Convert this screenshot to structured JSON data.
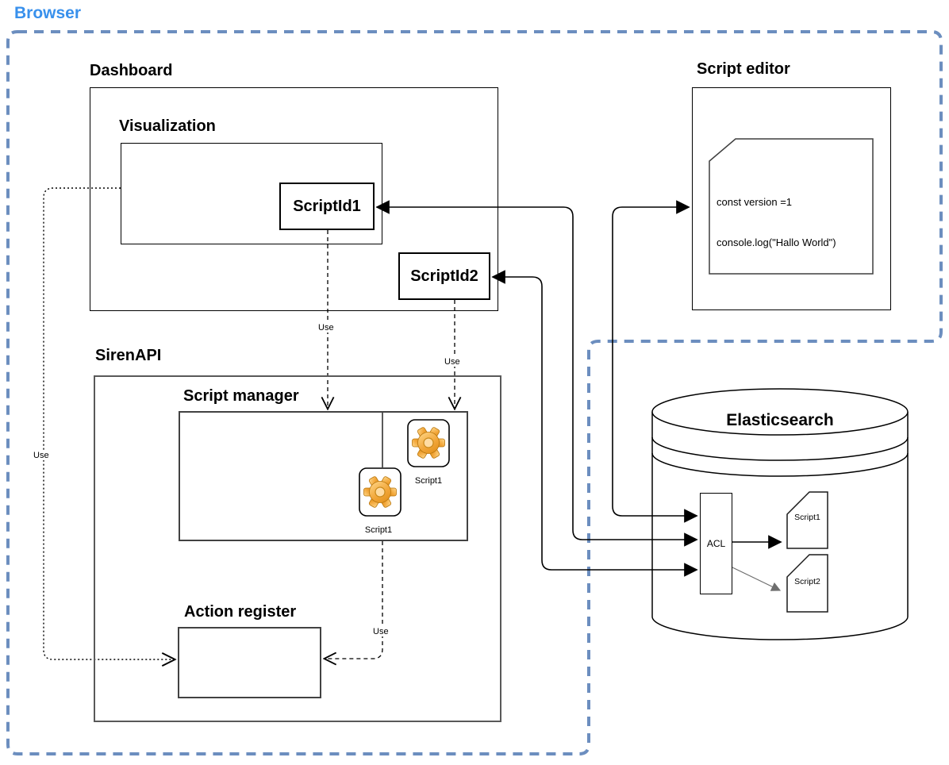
{
  "browser": {
    "label": "Browser"
  },
  "dashboard": {
    "title": "Dashboard",
    "visualization": {
      "title": "Visualization",
      "script_id1": "ScriptId1"
    },
    "script_id2": "ScriptId2"
  },
  "script_editor": {
    "title": "Script editor",
    "code": {
      "line1": "const version =1",
      "line2": "console.log(\"Hallo World\")"
    }
  },
  "siren_api": {
    "title": "SirenAPI",
    "script_manager": {
      "title": "Script manager",
      "gear_top": {
        "label": "Script1",
        "icon": "gear-icon"
      },
      "gear_bottom": {
        "label": "Script1",
        "icon": "gear-icon"
      }
    },
    "action_register": {
      "title": "Action register"
    }
  },
  "elasticsearch": {
    "title": "Elasticsearch",
    "acl": {
      "label": "ACL"
    },
    "docs": {
      "script1": "Script1",
      "script2": "Script2"
    }
  },
  "edges": {
    "use_visualization_to_action_register": "Use",
    "use_scriptid1_to_script_manager": "Use",
    "use_scriptid2_to_script_manager": "Use",
    "use_script_manager_to_action_register": "Use"
  },
  "colors": {
    "browser_label": "#3890EC",
    "browser_border": "#6C8EBF",
    "gear_orange": "#F2A73B"
  }
}
